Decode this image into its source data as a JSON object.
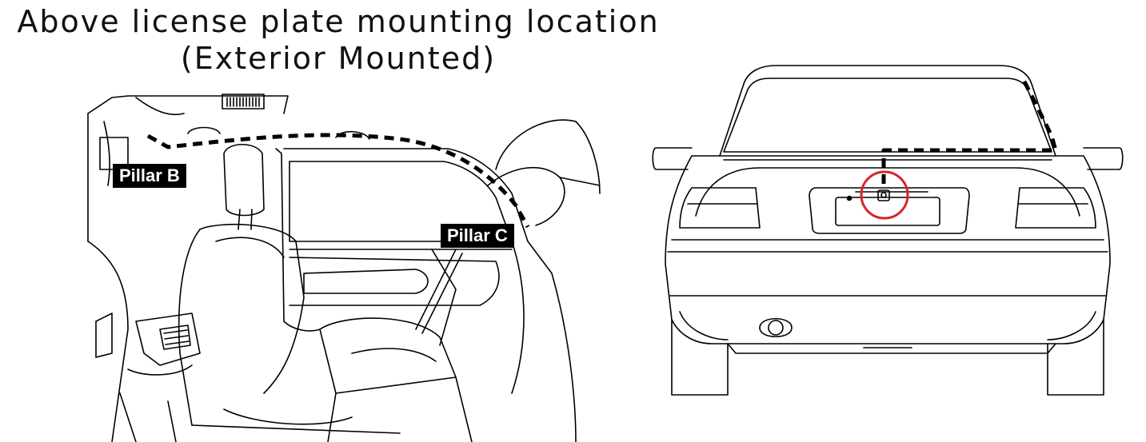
{
  "header": {
    "line1": "Above license plate mounting location",
    "line2": "(Exterior Mounted)"
  },
  "interior": {
    "pillar_b_label": "Pillar B",
    "pillar_c_label": "Pillar C"
  },
  "colors": {
    "line": "#000000",
    "highlight": "#d9232a",
    "background": "#ffffff"
  }
}
